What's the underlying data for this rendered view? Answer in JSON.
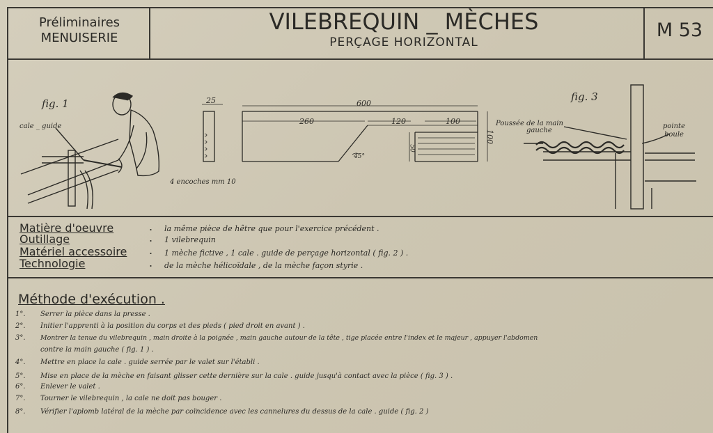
{
  "header": {
    "left_line1": "Préliminaires",
    "left_line2": "MENUISERIE",
    "title": "VILEBREQUIN _ MÈCHES",
    "subtitle": "PERÇAGE HORIZONTAL",
    "code": "M 53"
  },
  "figures": {
    "fig1": {
      "label": "fig. 1",
      "callout": "cale _ guide"
    },
    "fig2": {
      "dims": {
        "d25": "25",
        "d600": "600",
        "d260": "260",
        "d120": "120",
        "d100a": "100",
        "d100b": "100",
        "d45": "45°",
        "d50": "50"
      },
      "note": "4 encoches mm 10"
    },
    "fig3": {
      "label": "fig. 3",
      "callout_left_line1": "Poussée de la main",
      "callout_left_line2": "gauche",
      "callout_right_line1": "pointe",
      "callout_right_line2": "boule"
    }
  },
  "info": [
    {
      "label": "Matière d'oeuvre",
      "value": "la même pièce de hêtre que pour l'exercice précédent ."
    },
    {
      "label": "Outillage",
      "value": "1 vilebrequin"
    },
    {
      "label": "Matériel accessoire",
      "value": "1 mèche fictive     , 1 cale . guide de perçage horizontal  ( fig. 2 ) ."
    },
    {
      "label": "Technologie",
      "value": "de la mèche hélicoïdale , de la mèche façon styrie ."
    }
  ],
  "method": {
    "title": "Méthode d'exécution .",
    "steps": [
      {
        "num": "1°.",
        "lines": [
          "Serrer la pièce dans la presse ."
        ]
      },
      {
        "num": "2°.",
        "lines": [
          "Initier l'apprenti à la position du corps et des pieds ( pied droit en avant ) ."
        ]
      },
      {
        "num": "3°.",
        "lines": [
          "Montrer la tenue du vilebrequin , main droite à la poignée , main gauche autour de la tête , tige placée entre l'index et le majeur , appuyer l'abdomen",
          "contre la main gauche ( fig. 1 ) ."
        ]
      },
      {
        "num": "4°.",
        "lines": [
          "Mettre en place la cale . guide serrée par le valet sur l'établi ."
        ]
      },
      {
        "num": "5°.",
        "lines": [
          "Mise en place de la mèche en faisant glisser cette dernière sur la cale . guide jusqu'à contact avec la pièce   ( fig. 3 ) ."
        ]
      },
      {
        "num": "6°.",
        "lines": [
          "Enlever le valet ."
        ]
      },
      {
        "num": "7°.",
        "lines": [
          "Tourner le vilebrequin , la cale ne doit pas bouger ."
        ]
      },
      {
        "num": "8°.",
        "lines": [
          "Vérifier l'aplomb latéral de la mèche par coïncidence avec les cannelures du dessus de la cale . guide   ( fig. 2 )"
        ]
      }
    ]
  },
  "colors": {
    "paper": "#cfc8b5",
    "ink": "#2b2a26"
  }
}
